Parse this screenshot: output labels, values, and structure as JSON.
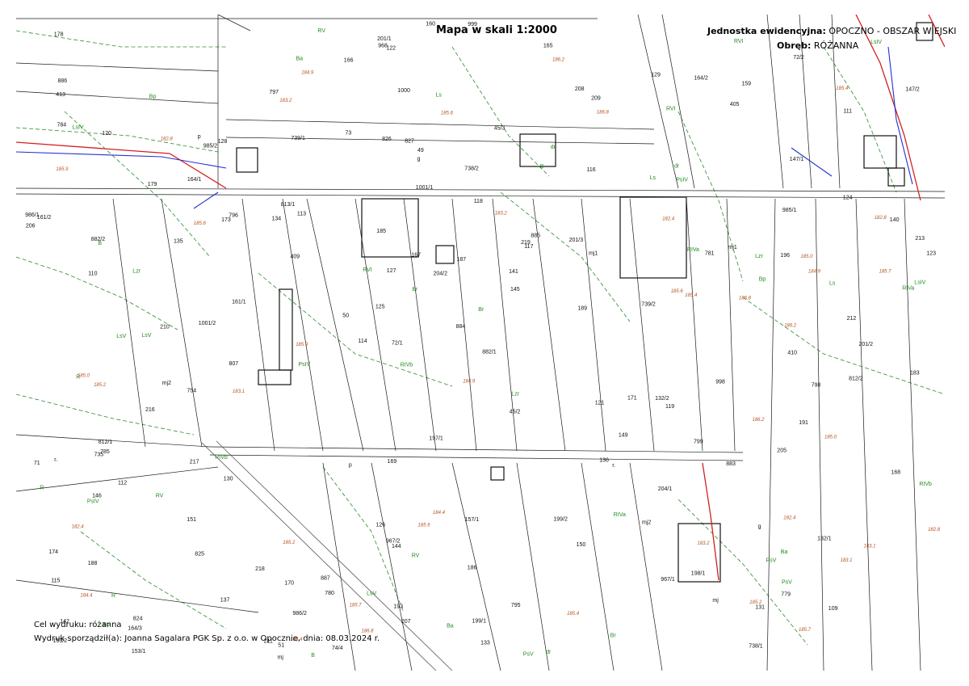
{
  "header": {
    "title": "Mapa w skali 1:2000",
    "unit_label": "Jednostka ewidencyjna:",
    "unit_value": "OPOCZNO - OBSZAR WIEJSKI",
    "precinct_label": "Obręb:",
    "precinct_value": "RÓŻANNA"
  },
  "footer": {
    "purpose": "Cel wydruku: różanna",
    "author": "Wydruk sporządził(a): Joanna Sagalara PGK Sp. z o.o.  w Opocznie, dnia: 08.03.2024 r."
  },
  "colors": {
    "parcel_lines": "#1a1a1a",
    "land_use_lines": "#2e8b2e",
    "road_lines": "#555555",
    "gas_network": "#d42020",
    "water_network": "#2030d0",
    "elevation_labels": "#b5541f"
  },
  "map": {
    "parcel_numbers": [
      "109",
      "110",
      "111",
      "114",
      "116",
      "824",
      "826",
      "118",
      "112",
      "113",
      "115",
      "825",
      "827",
      "117",
      "119",
      "120",
      "122",
      "123",
      "121",
      "124",
      "125",
      "126",
      "127",
      "128",
      "129",
      "130",
      "131",
      "132/1",
      "132/2",
      "133",
      "134",
      "135",
      "136",
      "137",
      "140",
      "141",
      "142",
      "144",
      "145",
      "146",
      "147/1",
      "147/2",
      "149",
      "150",
      "151",
      "153/1",
      "153/2",
      "157/1",
      "159",
      "160",
      "161/1",
      "161/2",
      "164/1",
      "164/2",
      "164/3",
      "165",
      "166",
      "167",
      "168",
      "169",
      "170",
      "171",
      "173",
      "174",
      "178",
      "179",
      "183",
      "185",
      "186",
      "187",
      "188",
      "189",
      "191",
      "193",
      "196",
      "197/1",
      "198/1",
      "199/1",
      "199/2",
      "201/1",
      "201/2",
      "201/3",
      "204/1",
      "204/2",
      "205",
      "206",
      "207",
      "208",
      "209",
      "210",
      "211",
      "212",
      "213",
      "216",
      "217",
      "218",
      "219",
      "405",
      "409",
      "410",
      "413",
      "49",
      "50",
      "51",
      "71",
      "72/1",
      "72/2",
      "73",
      "74/4",
      "735",
      "738/1",
      "738/2",
      "739/1",
      "739/2",
      "754",
      "779",
      "780",
      "781",
      "784",
      "785",
      "795",
      "796",
      "797",
      "798",
      "799",
      "807",
      "812/1",
      "812/2",
      "813/1",
      "882/1",
      "882/2",
      "883",
      "884",
      "885",
      "886",
      "887",
      "967/1",
      "967/2",
      "968",
      "985/1",
      "985/2",
      "986/1",
      "986/2",
      "998",
      "999",
      "1000",
      "1001/1",
      "1001/2",
      "45/3",
      "45/2"
    ],
    "land_use_labels": [
      "RV",
      "RVI",
      "RIVa",
      "RIVb",
      "Lzr",
      "LsV",
      "LsIV",
      "Ls",
      "R",
      "B",
      "Br",
      "Bp",
      "Ba",
      "PsIV",
      "PsV",
      "dr"
    ],
    "building_labels": [
      "g",
      "mj",
      "mj1",
      "mj2",
      "p",
      "r."
    ],
    "elevation_samples": [
      "182.4",
      "182.8",
      "183.1",
      "183.2",
      "184.4",
      "184.9",
      "185.0",
      "185.2",
      "185.4",
      "185.6",
      "185.7",
      "185.9",
      "186.2",
      "186.8"
    ]
  }
}
